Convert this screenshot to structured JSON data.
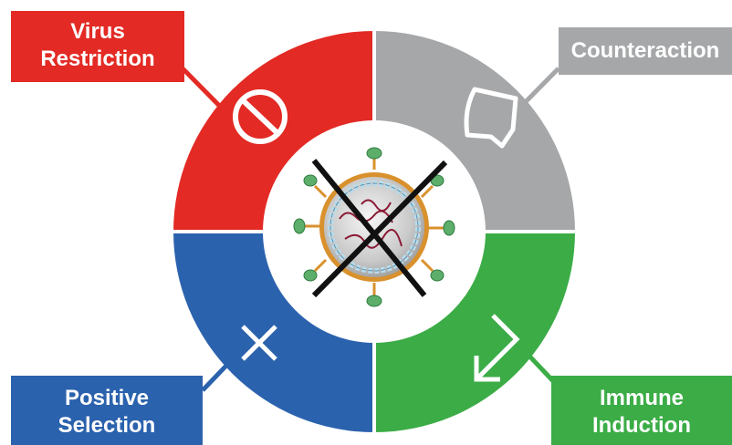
{
  "labels": {
    "virus_restriction": {
      "line1": "Virus",
      "line2": "Restriction"
    },
    "counteraction": {
      "line1": "Counteraction"
    },
    "positive_selection": {
      "line1": "Positive",
      "line2": "Selection"
    },
    "immune_induction": {
      "line1": "Immune",
      "line2": "Induction"
    }
  },
  "colors": {
    "red": "#e32a24",
    "gray": "#a5a7a9",
    "blue": "#2b62ad",
    "green": "#3bac46",
    "virus_envelope": "#d9912d",
    "virus_protein": "#5cae6a",
    "virus_bead": "#b9dcec",
    "virus_rna": "#8a1a35"
  },
  "icons": {
    "virus_restriction": "no-entry-icon",
    "counteraction": "shield-icon",
    "positive_selection": "cross-x-icon",
    "immune_induction": "down-left-arrow-icon",
    "center": "crossed-out-virus-icon"
  }
}
